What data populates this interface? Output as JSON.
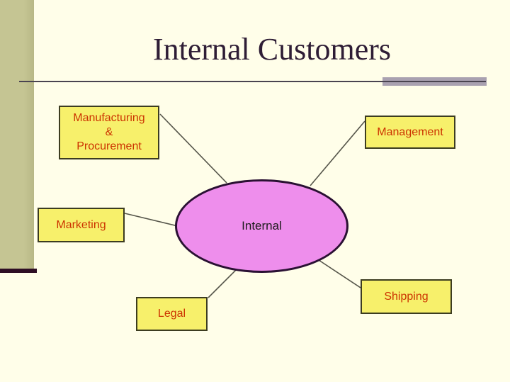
{
  "slide": {
    "title": "Internal Customers"
  },
  "diagram": {
    "center_label": "Internal",
    "nodes": [
      {
        "id": "manufacturing-procurement",
        "label_lines": [
          "Manufacturing",
          "&",
          "Procurement"
        ]
      },
      {
        "id": "management",
        "label_lines": [
          "Management"
        ]
      },
      {
        "id": "marketing",
        "label_lines": [
          "Marketing"
        ]
      },
      {
        "id": "legal",
        "label_lines": [
          "Legal"
        ]
      },
      {
        "id": "shipping",
        "label_lines": [
          "Shipping"
        ]
      }
    ]
  },
  "colors": {
    "background": "#FFFEE9",
    "sidebar": "#C5C593",
    "sidebar_cap": "#2E0E24",
    "title_text": "#2E1D35",
    "rule": "#4A4450",
    "accent_bar": "#A9A1B0",
    "connector": "#55554A",
    "node_fill": "#F7F06B",
    "node_border": "#3C3C20",
    "node_text": "#CC3300",
    "center_fill": "#EE8EEC",
    "center_border": "#2A1133",
    "center_text": "#1A1A1A"
  }
}
